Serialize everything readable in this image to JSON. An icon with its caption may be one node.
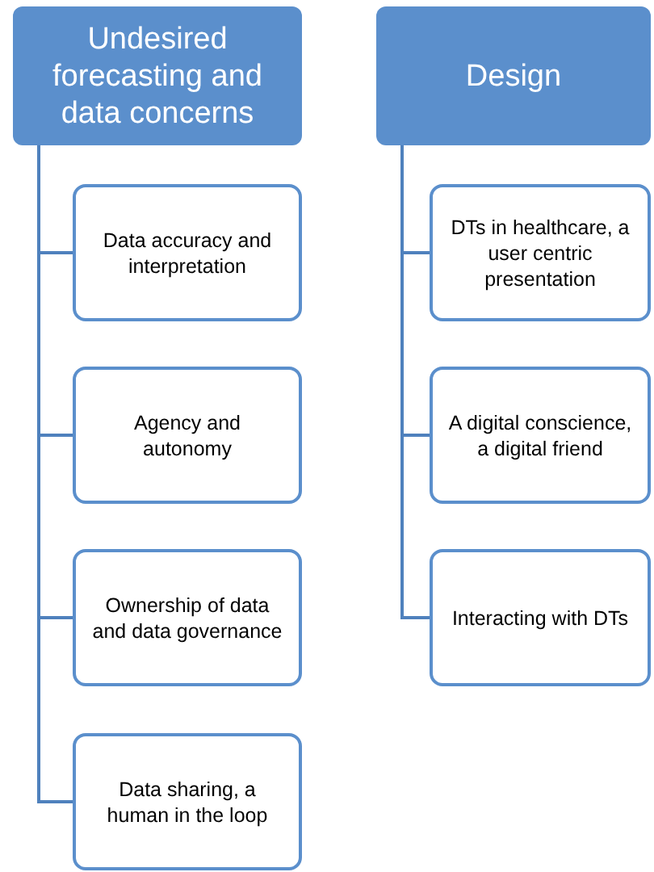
{
  "diagram": {
    "nodes": [
      {
        "text": [
          "Undesired forecasting and data concerns"
        ]
      },
      {
        "text": [
          "Data accuracy and interpretation"
        ]
      },
      {
        "text": [
          "Agency and autonomy"
        ]
      },
      {
        "text": [
          "Ownership of data and data governance"
        ]
      },
      {
        "text": [
          "Data sharing, a human in the loop"
        ]
      },
      {
        "text": [
          "Design"
        ]
      },
      {
        "text": [
          "DTs in healthcare, a user centric presentation"
        ]
      },
      {
        "text": [
          "A digital conscience, a digital friend"
        ]
      },
      {
        "text": [
          "Interacting with DTs"
        ]
      }
    ],
    "edges": [
      {
        "from": 0,
        "to": 1,
        "arrow": "none"
      },
      {
        "from": 0,
        "to": 2,
        "arrow": "none"
      },
      {
        "from": 0,
        "to": 3,
        "arrow": "none"
      },
      {
        "from": 0,
        "to": 4,
        "arrow": "none"
      },
      {
        "from": 5,
        "to": 6,
        "arrow": "none"
      },
      {
        "from": 5,
        "to": 7,
        "arrow": "none"
      },
      {
        "from": 5,
        "to": 8,
        "arrow": "none"
      }
    ]
  }
}
